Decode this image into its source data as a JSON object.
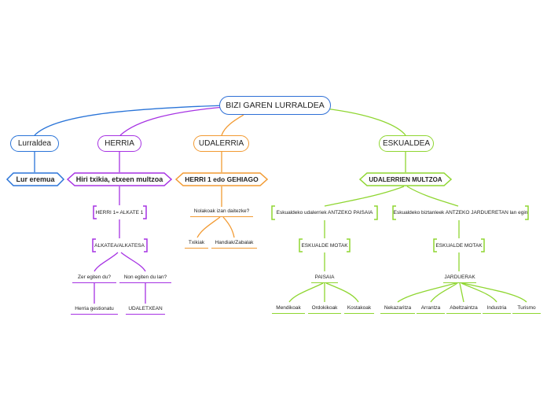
{
  "colors": {
    "root": "#2e6fd6",
    "lurraldea": "#2a74d8",
    "herria": "#a632e3",
    "udalerria": "#f29a32",
    "eskualdea": "#8fd631"
  },
  "root": {
    "label": "BIZI GAREN LURRALDEA"
  },
  "lurraldea": {
    "label": "Lurraldea",
    "child": "Lur eremua"
  },
  "herria": {
    "label": "HERRIA",
    "child": "Hiri txikia, etxeen multzoa",
    "rule": "HERRI 1= ALKATE 1",
    "alkate": "ALKATEA/ALKATESA",
    "q1": "Zer egiten du?",
    "q2": "Non egiten du lan?",
    "a1": "Herria gestionatu",
    "a2": "UDALETXEAN"
  },
  "udalerria": {
    "label": "UDALERRIA",
    "child": "HERRI 1 edo GEHIAGO",
    "question": "Nolakoak izan daitezke?",
    "opt1": "Txikiak",
    "opt2": "Handiak/Zabalak"
  },
  "eskualdea": {
    "label": "ESKUALDEA",
    "child": "UDALERRIEN MULTZOA",
    "left": {
      "desc": "Eskualdeko udalerriek ANTZEKO PAISAIA",
      "motak": "ESKUALDE MOTAK",
      "group": "PAISAIA",
      "items": [
        "Mendikoak",
        "Ordokikoak",
        "Kostakoak"
      ]
    },
    "right": {
      "desc": "Eskualdeko biztanleek ANTZEKO JARDUERETAN lan egin",
      "motak": "ESKUALDE MOTAK",
      "group": "JARDUERAK",
      "items": [
        "Nekazaritza",
        "Arrantza",
        "Abeltzaintza",
        "Industria",
        "Turismo"
      ]
    }
  }
}
